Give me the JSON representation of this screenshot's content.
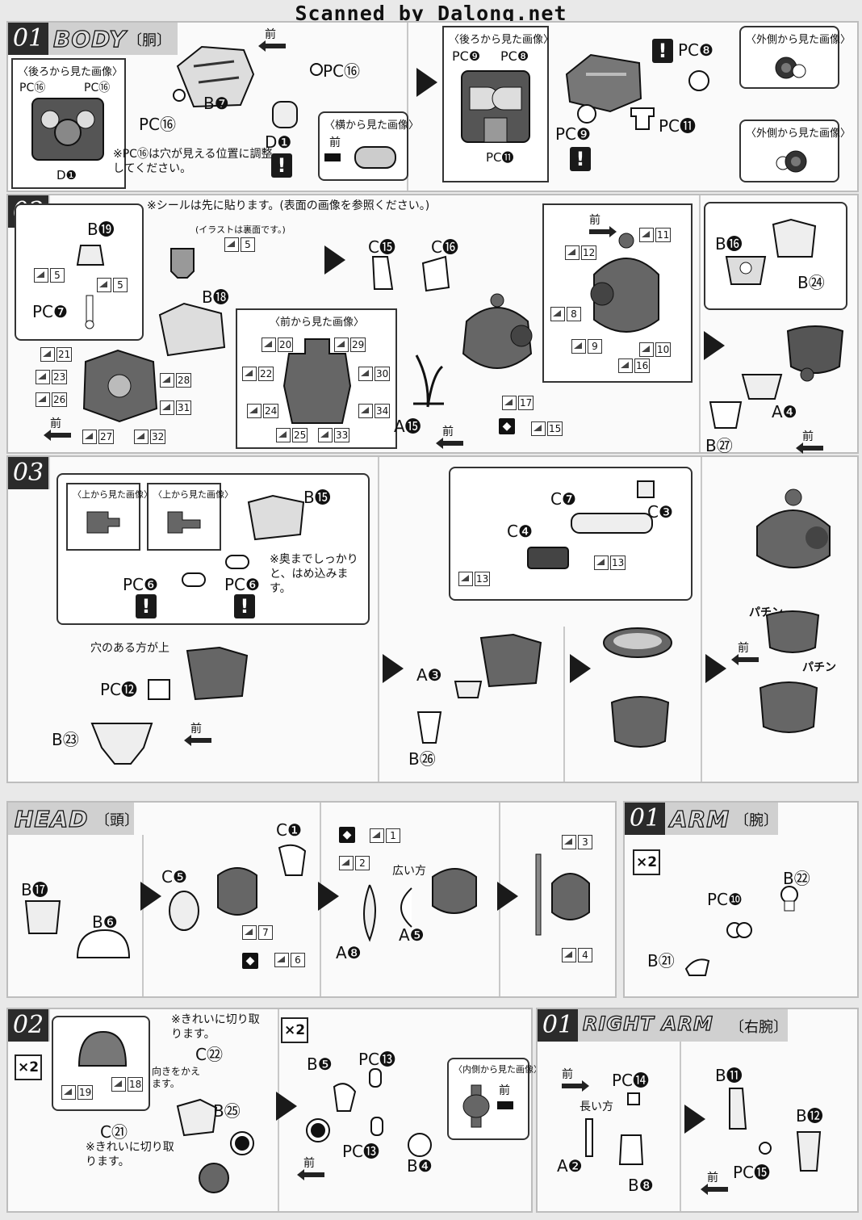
{
  "scan_credit": "Scanned by Dalong.net",
  "front": "前",
  "body": {
    "step": "01",
    "title": "BODY",
    "jp": "〔胴〕",
    "rear_view": "〈後ろから見た画像〉",
    "side_view": "〈横から見た画像〉",
    "outer_view": "〈外側から見た画像〉",
    "pc16_note": "※PC⑯は穴が見える位置に調整してください。",
    "labels": {
      "pc16": "PC⑯",
      "b7": "B❼",
      "d1": "D❶",
      "pc9": "PC❾",
      "pc8": "PC❽",
      "pc11": "PC⓫"
    }
  },
  "step02": {
    "step": "02",
    "seal_note": "※シールは先に貼ります。(表面の画像を参照ください。)",
    "illust_note": "(イラストは裏面です。)",
    "front_view": "〈前から見た画像〉",
    "labels": {
      "b19": "B⓳",
      "pc7": "PC❼",
      "b18": "B⓲",
      "c15": "C⓯",
      "c16": "C⓰",
      "a15": "A⓯",
      "b16": "B⓰",
      "b24": "B㉔",
      "a4": "A❹",
      "b27": "B㉗"
    },
    "stickers_left": [
      "21",
      "23",
      "26",
      "27",
      "28",
      "31",
      "32"
    ],
    "stickers_front": [
      "20",
      "29",
      "22",
      "30",
      "24",
      "34",
      "25",
      "33"
    ],
    "stickers_torso": [
      "12",
      "11",
      "8",
      "9",
      "16",
      "10"
    ],
    "stickers_small": [
      "5",
      "5",
      "5",
      "17",
      "15"
    ]
  },
  "step03": {
    "step": "03",
    "top_view": "〈上から見た画像〉",
    "push_note": "※奥までしっかりと、はめ込みます。",
    "hole_note": "穴のある方が上",
    "sfx": "パチン",
    "labels": {
      "b15": "B⓯",
      "pc6": "PC❻",
      "pc12": "PC⓬",
      "b23": "B㉓",
      "a3": "A❸",
      "b26": "B㉖",
      "c7": "C❼",
      "c3": "C❸",
      "c4": "C❹"
    },
    "stickers": [
      "13",
      "13",
      "13"
    ]
  },
  "head": {
    "title": "HEAD",
    "jp": "〔頭〕",
    "wide_note": "広い方",
    "labels": {
      "b17": "B⓱",
      "b6": "B❻",
      "c5": "C❺",
      "c1": "C❶",
      "a8": "A❽",
      "a5": "A❺"
    },
    "stickers": [
      "1",
      "2",
      "3",
      "4",
      "6",
      "7"
    ]
  },
  "arm": {
    "step": "01",
    "title": "ARM",
    "jp": "〔腕〕",
    "multiplier": "×2",
    "labels": {
      "b22": "B㉒",
      "pc10": "PC❿",
      "b21": "B㉑"
    }
  },
  "step02b": {
    "step": "02",
    "multiplier": "×2",
    "clean_note_1": "※きれいに切り取ります。",
    "clean_note_2": "※きれいに切り取ります。",
    "orient_note": "向きをかえます。",
    "inner_view": "〈内側から見た画像〉",
    "labels": {
      "c22": "C㉒",
      "b25": "B㉕",
      "c21": "C㉑",
      "b5": "B❺",
      "pc13": "PC⓭",
      "b4": "B❹"
    },
    "stickers": [
      "19",
      "18"
    ]
  },
  "right_arm": {
    "step": "01",
    "title": "RIGHT ARM",
    "jp": "〔右腕〕",
    "long_note": "長い方",
    "labels": {
      "pc14": "PC⓮",
      "a2": "A❷",
      "b8": "B❽",
      "b11": "B⓫",
      "b12": "B⓬",
      "pc15": "PC⓯"
    }
  }
}
